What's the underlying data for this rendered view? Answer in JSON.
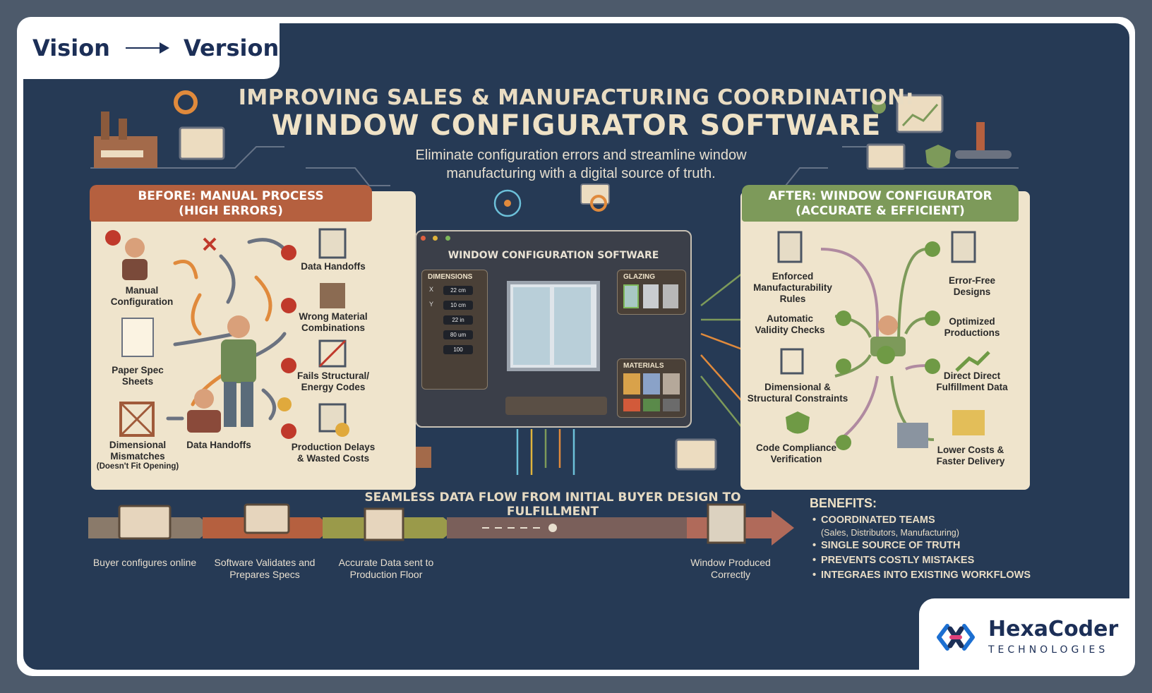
{
  "tag": {
    "left": "Vision",
    "right": "Version"
  },
  "title": {
    "line1": "IMPROVING SALES & MANUFACTURING COORDINATION:",
    "line2": "WINDOW CONFIGURATOR SOFTWARE"
  },
  "subtitle": {
    "line1": "Eliminate configuration errors and streamline window",
    "line2": "manufacturing with a digital source of truth."
  },
  "before": {
    "heading1": "BEFORE: MANUAL PROCESS",
    "heading2": "(HIGH ERRORS)",
    "labels": {
      "manual": "Manual Configuration",
      "paper": "Paper Spec Sheets",
      "dimensional": "Dimensional Mismatches",
      "dimensional_note": "(Doesn't Fit Opening)",
      "handoffs_center": "Data Handoffs",
      "handoffs_top": "Data Handoffs",
      "wrong_material": "Wrong Material Combinations",
      "fails": "Fails Structural/ Energy Codes",
      "delays": "Production Delays & Wasted Costs"
    }
  },
  "software": {
    "title": "WINDOW CONFIGURATION SOFTWARE",
    "dimensions_title": "DIMENSIONS",
    "dims": [
      {
        "axis": "X",
        "value": "22 cm"
      },
      {
        "axis": "Y",
        "value": "10 cm"
      },
      {
        "axis": "",
        "value": "22 in"
      },
      {
        "axis": "",
        "value": "80 um"
      },
      {
        "axis": "",
        "value": "100"
      }
    ],
    "glazing_title": "GLAZING",
    "materials_title": "MATERIALS"
  },
  "after": {
    "heading1": "AFTER: WINDOW CONFIGURATOR",
    "heading2": "(ACCURATE & EFFICIENT)",
    "labels": {
      "enforced": "Enforced Manufacturability Rules",
      "validity": "Automatic Validity Checks",
      "constraints": "Dimensional & Structural Constraints",
      "compliance": "Code Compliance Verification",
      "error_free": "Error-Free Designs",
      "optimized": "Optimized Productions",
      "direct": "Direct Direct Fulfillment Data",
      "lower": "Lower Costs & Faster Delivery"
    }
  },
  "flow": {
    "title": "SEAMLESS DATA FLOW FROM INITIAL BUYER DESIGN TO FULFILLMENT",
    "steps": [
      {
        "label": "Buyer configures online"
      },
      {
        "label": "Software Validates and Prepares Specs"
      },
      {
        "label": "Accurate Data sent to Production Floor"
      },
      {
        "label": "Window Produced Correctly"
      }
    ]
  },
  "benefits": {
    "title": "BENEFITS:",
    "items": [
      {
        "text": "COORDINATED TEAMS",
        "note": "(Sales, Distributors, Manufacturing)"
      },
      {
        "text": "SINGLE SOURCE OF TRUTH",
        "note": ""
      },
      {
        "text": "PREVENTS COSTLY MISTAKES",
        "note": ""
      },
      {
        "text": "INTEGRAES INTO EXISTING WORKFLOWS",
        "note": ""
      }
    ]
  },
  "logo": {
    "brand": "HexaCoder",
    "sub": "TECHNOLOGIES"
  },
  "colors": {
    "background": "#263a55",
    "before": "#b5603f",
    "after": "#7d9a5a",
    "panel": "#efe4cc",
    "accent_orange": "#e08a3c",
    "check_green": "#6f9a45",
    "error_red": "#c0392b"
  }
}
